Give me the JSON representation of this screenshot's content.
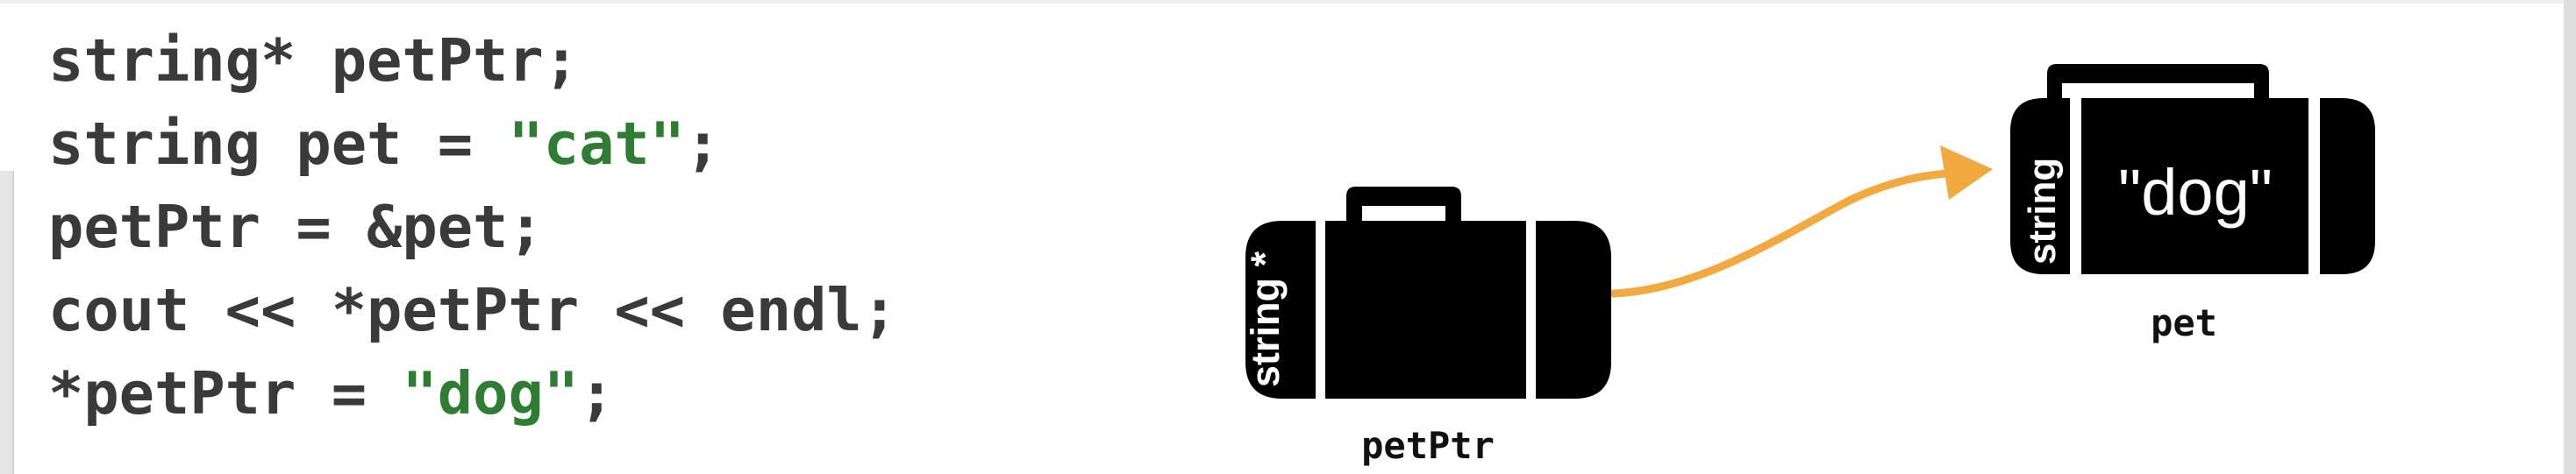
{
  "code": {
    "lines": [
      [
        {
          "text": "string* petPtr;",
          "kind": "plain"
        }
      ],
      [
        {
          "text": "string pet = ",
          "kind": "plain"
        },
        {
          "text": "\"cat\"",
          "kind": "string"
        },
        {
          "text": ";",
          "kind": "plain"
        }
      ],
      [
        {
          "text": "petPtr = &pet;",
          "kind": "plain"
        }
      ],
      [
        {
          "text": "cout << *petPtr << endl;",
          "kind": "plain"
        }
      ],
      [
        {
          "text": "*petPtr = ",
          "kind": "plain"
        },
        {
          "text": "\"dog\"",
          "kind": "string"
        },
        {
          "text": ";",
          "kind": "plain"
        }
      ]
    ]
  },
  "diagram": {
    "pointer_suitcase": {
      "type_label": "string *",
      "name": "petPtr"
    },
    "value_suitcase": {
      "type_label": "string",
      "contents": "\"dog\"",
      "name": "pet"
    },
    "arrow_color": "#f1a940"
  },
  "colors": {
    "code_text": "#3a3a3a",
    "string_literal": "#2e7d32",
    "suitcase": "#000000"
  }
}
